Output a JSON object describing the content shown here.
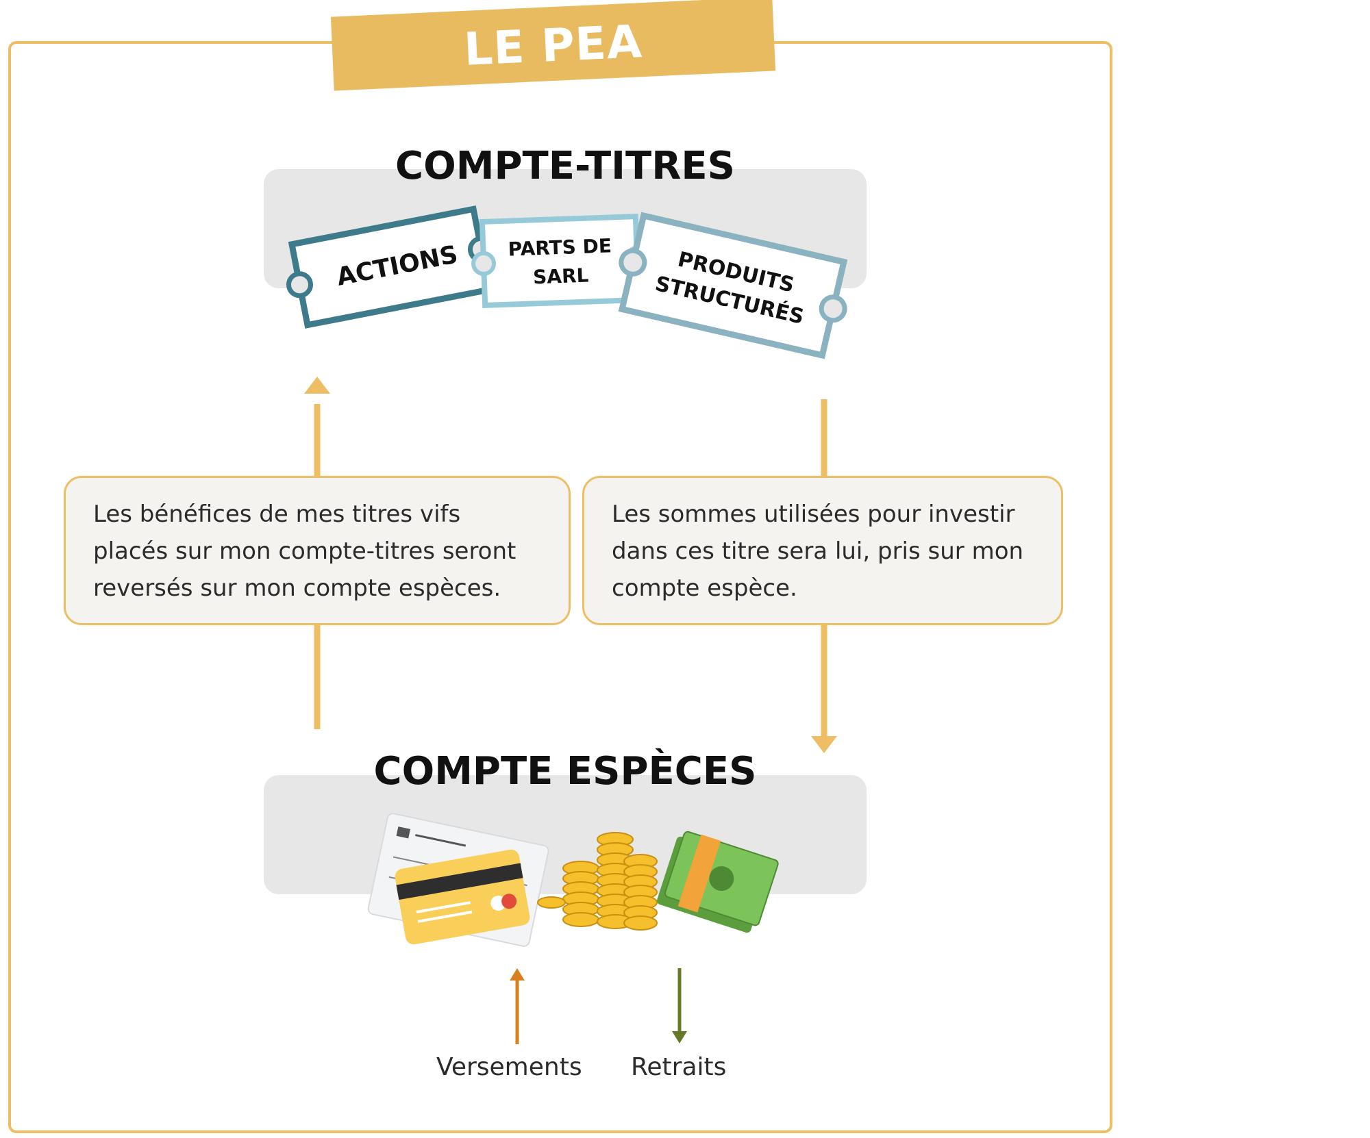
{
  "banner": {
    "title": "LE PEA"
  },
  "compte_titres": {
    "title": "COMPTE-TITRES",
    "tickets": [
      {
        "label_lines": [
          "ACTIONS"
        ],
        "color": "#3E7B8A"
      },
      {
        "label_lines": [
          "PARTS DE",
          "SARL"
        ],
        "color": "#97CAD9"
      },
      {
        "label_lines": [
          "PRODUITS",
          "STRUCTURÉS"
        ],
        "color": "#8BB2C0"
      }
    ]
  },
  "compte_especes": {
    "title": "COMPTE ESPÈCES",
    "icons": [
      "cheque-icon",
      "credit-card-icon",
      "gold-coins-icon",
      "banknotes-icon"
    ]
  },
  "notes": {
    "left": "Les bénéfices de mes titres vifs placés sur mon compte-titres seront reversés sur mon compte espèces.",
    "right": "Les sommes utilisées pour investir dans ces titre sera lui, pris sur mon compte espèce."
  },
  "flows": {
    "versements": {
      "label": "Versements",
      "color": "#D9801E"
    },
    "retraits": {
      "label": "Retraits",
      "color": "#667B27"
    }
  },
  "colors": {
    "accent": "#EDBE63",
    "box_grey": "#E7E7E8",
    "note_bg": "#F5F3F0"
  }
}
